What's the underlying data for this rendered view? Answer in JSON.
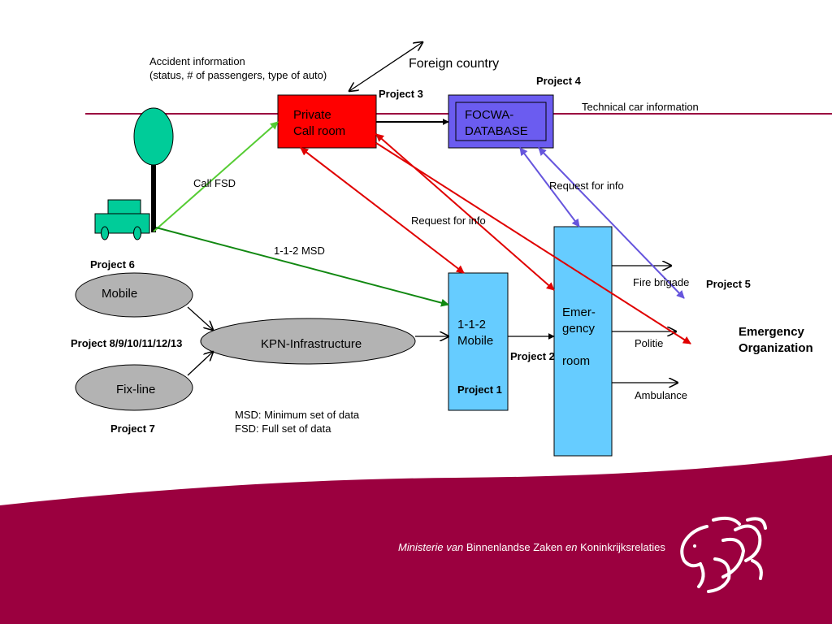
{
  "colors": {
    "brand": "#9b003f",
    "private_call_room": "#ff0000",
    "focwa": "#6b5cf0",
    "light_blue": "#66ccff",
    "ellipse_gray": "#b3b3b3",
    "tower_green": "#00cc99",
    "red_arrow": "#e00000",
    "green_arrow": "#55cc33",
    "dark_green_arrow": "#118811",
    "purple_arrow": "#6655dd"
  },
  "labels": {
    "accident_info_line1": "Accident information",
    "accident_info_line2": "(status, #  of passengers, type of auto)",
    "foreign_country": "Foreign country",
    "project3": "Project 3",
    "project4": "Project 4",
    "technical_car_info": "Technical car information",
    "call_fsd": "Call FSD",
    "request_for_info_1": "Request for info",
    "request_for_info_2": "Request for info",
    "msd_112": "1-1-2 MSD",
    "project6": "Project 6",
    "project5": "Project 5",
    "project_8_13": "Project 8/9/10/11/12/13",
    "project2": "Project 2",
    "project1": "Project 1",
    "project7": "Project 7",
    "fire_brigade": "Fire brigade",
    "politie": "Politie",
    "ambulance": "Ambulance",
    "emergency_org_line1": "Emergency",
    "emergency_org_line2": "Organization",
    "msd_def": "MSD: Minimum set of data",
    "fsd_def": "FSD: Full set of data"
  },
  "nodes": {
    "private_call_room_line1": "Private",
    "private_call_room_line2": "Call room",
    "focwa_line1": "FOCWA-",
    "focwa_line2": "DATABASE",
    "mobile": "Mobile",
    "fix_line": "Fix-line",
    "kpn": "KPN-Infrastructure",
    "mobile112_line1": "1-1-2",
    "mobile112_line2": "Mobile",
    "emergency_room_line1": "Emer-",
    "emergency_room_line2": "gency",
    "emergency_room_line3": "room"
  },
  "footer": {
    "part1": "Ministerie ",
    "part2": "van",
    "part3": " Binnenlandse Zaken ",
    "part4": "en",
    "part5": " Koninkrijksrelaties"
  },
  "icons": [
    "car-icon",
    "antenna-icon",
    "lion-logo-icon"
  ]
}
